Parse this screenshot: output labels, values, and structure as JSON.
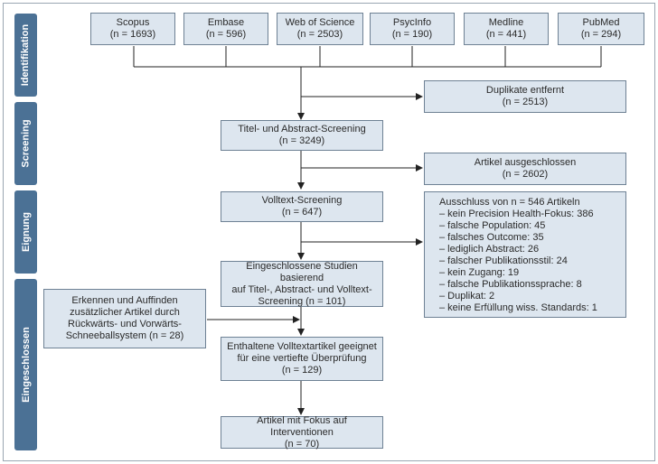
{
  "stages": [
    "Identifikation",
    "Screening",
    "Eignung",
    "Eingeschlossen"
  ],
  "sources": [
    {
      "name": "Scopus",
      "count": "(n = 1693)"
    },
    {
      "name": "Embase",
      "count": "(n = 596)"
    },
    {
      "name": "Web of Science",
      "count": "(n = 2503)"
    },
    {
      "name": "PsycInfo",
      "count": "(n = 190)"
    },
    {
      "name": "Medline",
      "count": "(n = 441)"
    },
    {
      "name": "PubMed",
      "count": "(n = 294)"
    }
  ],
  "duplicates": {
    "line1": "Duplikate entfernt",
    "line2": "(n = 2513)"
  },
  "screening": {
    "line1": "Titel- und Abstract-Screening",
    "line2": "(n = 3249)"
  },
  "excluded": {
    "line1": "Artikel ausgeschlossen",
    "line2": "(n = 2602)"
  },
  "fulltext": {
    "line1": "Volltext-Screening",
    "line2": "(n = 647)"
  },
  "exclusion_reasons": {
    "title": "Ausschluss von n = 546 Artikeln",
    "items": [
      "– kein Precision Health-Fokus: 386",
      "– falsche Population: 45",
      "– falsches Outcome: 35",
      "– lediglich Abstract: 26",
      "– falscher Publikationsstil: 24",
      "– kein Zugang: 19",
      "– falsche Publikationssprache: 8",
      "– Duplikat: 2",
      "– keine Erfüllung wiss. Standards: 1"
    ]
  },
  "included": {
    "line1": "Eingeschlossene Studien basierend",
    "line2": "auf Titel-, Abstract- und Volltext-",
    "line3": "Screening (n = 101)"
  },
  "snowball": {
    "line1": "Erkennen und Auffinden",
    "line2": "zusätzlicher Artikel durch",
    "line3": "Rückwärts- und Vorwärts-",
    "line4": "Schneeballsystem (n = 28)"
  },
  "deep_review": {
    "line1": "Enthaltene Volltextartikel geeignet",
    "line2": "für eine vertiefte Überprüfung",
    "line3": "(n = 129)"
  },
  "final": {
    "line1": "Artikel mit Fokus auf Interventionen",
    "line2": "(n = 70)"
  }
}
